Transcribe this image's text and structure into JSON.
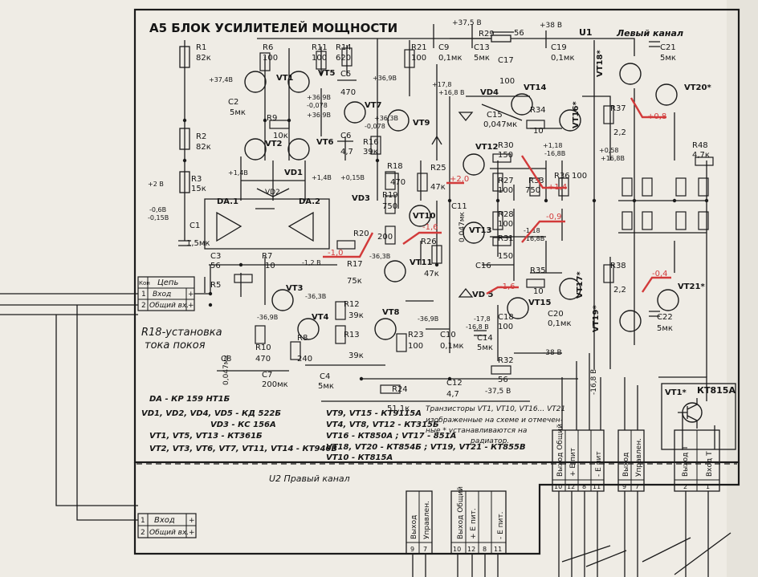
{
  "title": "А5 БЛОК УСИЛИТЕЛЕЙ МОЩНОСТИ",
  "channel_left": "U1  Левый канал",
  "channel_right": "U2  Правый канал",
  "u1": "U1",
  "left_label": "Левый канал",
  "note_r18": "R18-установка тока покоя",
  "note_r18_l1": "R18-установка",
  "note_r18_l2": "тока покоя",
  "connector_left": {
    "header_num": "Кон",
    "header_name": "Цепь",
    "rows": [
      {
        "num": "1",
        "name": "Вход",
        "sign": "+"
      },
      {
        "num": "2",
        "name": "Общий вх.",
        "sign": "+"
      }
    ]
  },
  "connector_bottom": {
    "rows": [
      {
        "num": "1",
        "name": "Вход",
        "sign": "+"
      },
      {
        "num": "2",
        "name": "Общий вх.",
        "sign": "+"
      }
    ]
  },
  "parts_list": [
    "DA - КР 159 НТ1Б",
    "VD1, VD2, VD4, VD5 - КД 522Б",
    "VD3 - КС 156А",
    "VT1, VT5, VT13 - КТ361Б",
    "VT2, VT3, VT6, VT7, VT11, VT14 - КТ940В",
    "VT9, VT15 - КТ9115А",
    "VT4, VT8, VT12 - КТ315Б",
    "VT16 - КТ850А ;  VT17 - 851А",
    "VT18, VT20 - КТ854Б ;  VT19, VT21 - КТ855В",
    "VT10 - КТ815А"
  ],
  "transistor_note": [
    "Транзисторы VT1, VT10, VT16... VT21",
    "изображенные на схеме и отмечен-",
    "ные * устанавливаются на",
    "радиатор."
  ],
  "kt815": {
    "ref": "VT1*",
    "type": "КТ815А"
  },
  "pins_u1_left": [
    {
      "num": "10",
      "label": "Выход Общий"
    },
    {
      "num": "12",
      "label": "+ Е пит"
    },
    {
      "num": "8",
      "label": ""
    },
    {
      "num": "11",
      "label": "- Е пит"
    }
  ],
  "pins_u1_mid": [
    {
      "num": "9",
      "label": "Выход"
    },
    {
      "num": "7",
      "label": "Управлен."
    }
  ],
  "pins_u1_right": [
    {
      "num": "2",
      "label": "Выход Т"
    },
    {
      "num": "1",
      "label": "Вход Т"
    }
  ],
  "pins_u2_a": [
    {
      "num": "9",
      "label": "Выход"
    },
    {
      "num": "7",
      "label": "Управлен."
    }
  ],
  "pins_u2_b": [
    {
      "num": "10",
      "label": "Выход Общий"
    },
    {
      "num": "12",
      "label": "+ Е пит."
    },
    {
      "num": "8",
      "label": ""
    },
    {
      "num": "11",
      "label": "- Е пит."
    }
  ],
  "red_annotations": [
    "+0,8",
    "+2,0",
    "+1,4",
    "-0,9",
    "-1,6",
    "-1,0",
    "-0,4",
    "-1,6"
  ],
  "rail_labels": [
    "+37,5 В",
    "+38 В",
    "-37,5 В",
    "-38 В",
    "-16,8 В"
  ],
  "components": [
    {
      "ref": "R1",
      "value": "82к"
    },
    {
      "ref": "R2",
      "value": "82к"
    },
    {
      "ref": "R3",
      "value": "15к"
    },
    {
      "ref": "R5",
      "value": ""
    },
    {
      "ref": "R6",
      "value": "100"
    },
    {
      "ref": "R7",
      "value": "10"
    },
    {
      "ref": "R8",
      "value": "240"
    },
    {
      "ref": "R9",
      "value": "10к"
    },
    {
      "ref": "R10",
      "value": "470"
    },
    {
      "ref": "R11",
      "value": "100"
    },
    {
      "ref": "R12",
      "value": "39к"
    },
    {
      "ref": "R13",
      "value": "39к"
    },
    {
      "ref": "R14",
      "value": "620"
    },
    {
      "ref": "R16",
      "value": "39к"
    },
    {
      "ref": "R17",
      "value": "75к"
    },
    {
      "ref": "R18",
      "value": "470"
    },
    {
      "ref": "R19",
      "value": "750"
    },
    {
      "ref": "R20",
      "value": "200"
    },
    {
      "ref": "R21",
      "value": "100"
    },
    {
      "ref": "R23",
      "value": "100"
    },
    {
      "ref": "R24",
      "value": "51,1к"
    },
    {
      "ref": "R25",
      "value": "47к"
    },
    {
      "ref": "R26",
      "value": "47к"
    },
    {
      "ref": "R27",
      "value": "100"
    },
    {
      "ref": "R28",
      "value": "100"
    },
    {
      "ref": "R29",
      "value": "56"
    },
    {
      "ref": "R30",
      "value": "150"
    },
    {
      "ref": "R31",
      "value": "150"
    },
    {
      "ref": "R32",
      "value": "56"
    },
    {
      "ref": "R33",
      "value": "750"
    },
    {
      "ref": "R34",
      "value": "10"
    },
    {
      "ref": "R35",
      "value": "10"
    },
    {
      "ref": "R36",
      "value": "100"
    },
    {
      "ref": "R37",
      "value": "2,2"
    },
    {
      "ref": "R38",
      "value": "2,2"
    },
    {
      "ref": "R48",
      "value": "4,7к"
    },
    {
      "ref": "C1",
      "value": "1,5мк"
    },
    {
      "ref": "C2",
      "value": "5мк"
    },
    {
      "ref": "C3",
      "value": "56"
    },
    {
      "ref": "C4",
      "value": "5мк"
    },
    {
      "ref": "C5",
      "value": "470"
    },
    {
      "ref": "C6",
      "value": "4,7"
    },
    {
      "ref": "C7",
      "value": "200мк"
    },
    {
      "ref": "C8",
      "value": "0,047мк"
    },
    {
      "ref": "C9",
      "value": "0,1мк"
    },
    {
      "ref": "C10",
      "value": "0,1мк"
    },
    {
      "ref": "C11",
      "value": "0,047мк"
    },
    {
      "ref": "C12",
      "value": "4,7"
    },
    {
      "ref": "C13",
      "value": "5мк"
    },
    {
      "ref": "C14",
      "value": "5мк"
    },
    {
      "ref": "C15",
      "value": "0,047мк"
    },
    {
      "ref": "C16",
      "value": ""
    },
    {
      "ref": "C17",
      "value": "100"
    },
    {
      "ref": "C18",
      "value": "100"
    },
    {
      "ref": "C19",
      "value": "0,1мк"
    },
    {
      "ref": "C20",
      "value": "0,1мк"
    },
    {
      "ref": "C21",
      "value": "5мк"
    },
    {
      "ref": "C22",
      "value": "5мк"
    }
  ]
}
